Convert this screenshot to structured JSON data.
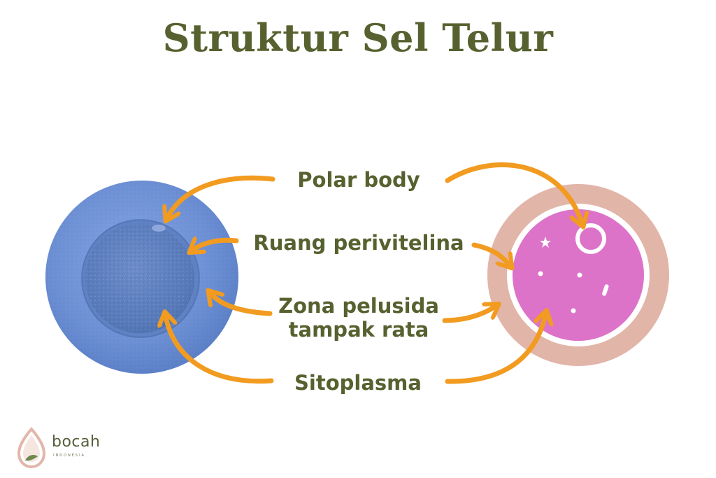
{
  "title": "Struktur Sel Telur",
  "labels": {
    "polar_body": "Polar body",
    "ruang_perivitelina": "Ruang perivitelina",
    "zona_line1": "Zona pelusida",
    "zona_line2": "tampak rata",
    "sitoplasma": "Sitoplasma"
  },
  "logo": {
    "word": "bocah",
    "sub": "INDONESIA"
  },
  "colors": {
    "title": "#56612f",
    "arrow": "#f29b21",
    "micro_cell": "#6f93d6",
    "zona_ring": "#e2b5a9",
    "cytoplasm": "#dc73c9"
  },
  "icons": {
    "arrow": "curved-arrow-icon",
    "logo": "drop-leaf-logo-icon"
  }
}
